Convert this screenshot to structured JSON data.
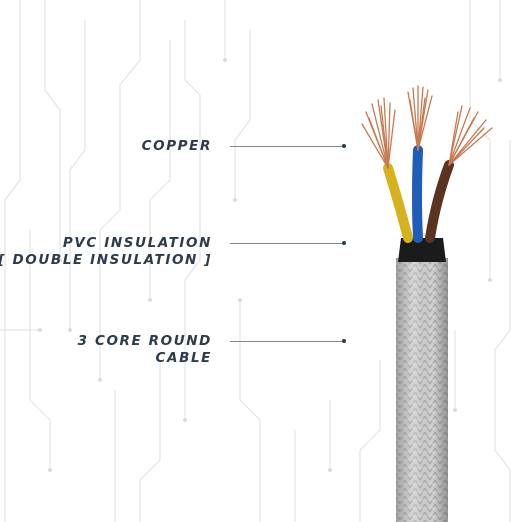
{
  "labels": {
    "copper": "COPPER",
    "pvc_line1": "PVC INSULATION",
    "pvc_line2": "[ DOUBLE INSULATION ]",
    "cable_line1": "3 CORE ROUND",
    "cable_line2": "CABLE"
  },
  "colors": {
    "label_text": "#2d3b4a",
    "circuit_lines": "#e4e6e8",
    "copper_strands": "#c77a52",
    "wire_yellow": "#d6b21f",
    "wire_blue": "#1f5db8",
    "wire_brown": "#5a3321",
    "inner_sheath": "#1b1b1b",
    "braid": "#c9c9c9"
  }
}
